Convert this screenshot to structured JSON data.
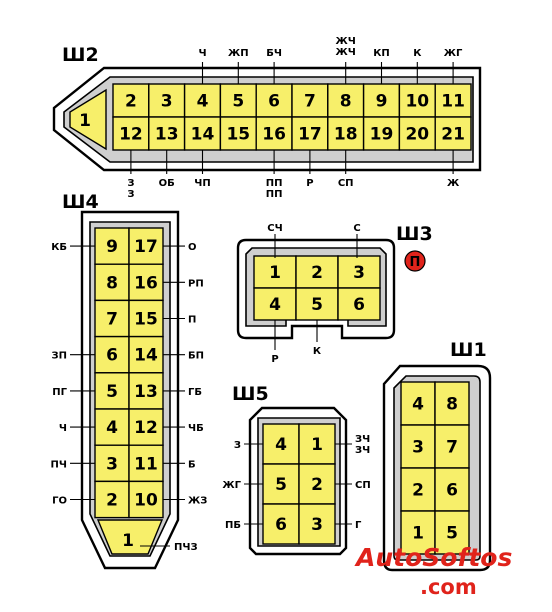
{
  "colors": {
    "pin_fill": "#f7ef6a",
    "housing": "#cfcfcf",
    "badge": "#e0231b",
    "watermark": "#e0231b"
  },
  "connectors": {
    "sh2": {
      "title": "Ш2",
      "top_pins": [
        "2",
        "3",
        "4",
        "5",
        "6",
        "7",
        "8",
        "9",
        "10",
        "11"
      ],
      "bottom_pins": [
        "12",
        "13",
        "14",
        "15",
        "16",
        "17",
        "18",
        "19",
        "20",
        "21"
      ],
      "end_pin": "1",
      "wires_top": [
        "",
        "",
        "Ч",
        "ЖП",
        "БЧ",
        "",
        "ЖЧ\nЖЧ",
        "КП",
        "К",
        "ЖГ"
      ],
      "wires_bottom": [
        "З\nЗ",
        "ОБ",
        "ЧП",
        "",
        "ПП\nПП",
        "Р",
        "СП",
        "",
        "",
        "Ж"
      ]
    },
    "sh4": {
      "title": "Ш4",
      "left_pins": [
        "9",
        "8",
        "7",
        "6",
        "5",
        "4",
        "3",
        "2"
      ],
      "right_pins": [
        "17",
        "16",
        "15",
        "14",
        "13",
        "12",
        "11",
        "10"
      ],
      "bottom_pin": "1",
      "wires_left": [
        "КБ",
        "",
        "",
        "ЗП",
        "ПГ",
        "Ч",
        "ПЧ",
        "ГО"
      ],
      "wires_right": [
        "О",
        "РП",
        "П",
        "БП",
        "ГБ",
        "ЧБ",
        "Б",
        "ЖЗ"
      ],
      "wire_bottom": "ПЧЗ"
    },
    "sh3": {
      "title": "Ш3",
      "badge": "П",
      "top_pins": [
        "1",
        "2",
        "3"
      ],
      "bottom_pins": [
        "4",
        "5",
        "6"
      ],
      "wires": {
        "top_left": "СЧ",
        "top_right": "С",
        "bottom_left": "Р",
        "bottom_mid": "К"
      }
    },
    "sh5": {
      "title": "Ш5",
      "left_pins": [
        "4",
        "5",
        "6"
      ],
      "right_pins": [
        "1",
        "2",
        "3"
      ],
      "wires_left": [
        "З",
        "ЖГ",
        "ПБ"
      ],
      "wires_right": [
        "ЗЧ\nЗЧ",
        "СП",
        "Г"
      ]
    },
    "sh1": {
      "title": "Ш1",
      "left_pins": [
        "4",
        "3",
        "2",
        "1"
      ],
      "right_pins": [
        "8",
        "7",
        "6",
        "5"
      ]
    }
  },
  "watermark": {
    "line1": "AutoSoftos",
    "line2": ".com"
  }
}
